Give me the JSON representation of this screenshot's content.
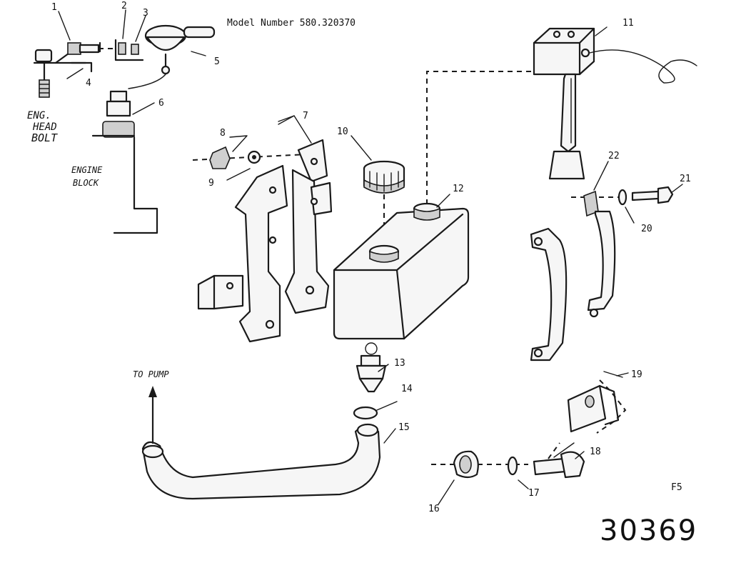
{
  "header": {
    "model_text": "Model Number 580.320370"
  },
  "labels": {
    "eng_head_bolt_line1": "ENG.",
    "eng_head_bolt_line2": "HEAD",
    "eng_head_bolt_line3": "BOLT",
    "engine_block_line1": "ENGINE",
    "engine_block_line2": "BLOCK",
    "to_pump": "TO PUMP",
    "figure_code": "F5",
    "drawing_number": "30369"
  },
  "callouts": [
    "1",
    "2",
    "3",
    "4",
    "5",
    "6",
    "7",
    "8",
    "9",
    "10",
    "11",
    "12",
    "13",
    "14",
    "15",
    "16",
    "17",
    "18",
    "19",
    "20",
    "21",
    "22"
  ]
}
